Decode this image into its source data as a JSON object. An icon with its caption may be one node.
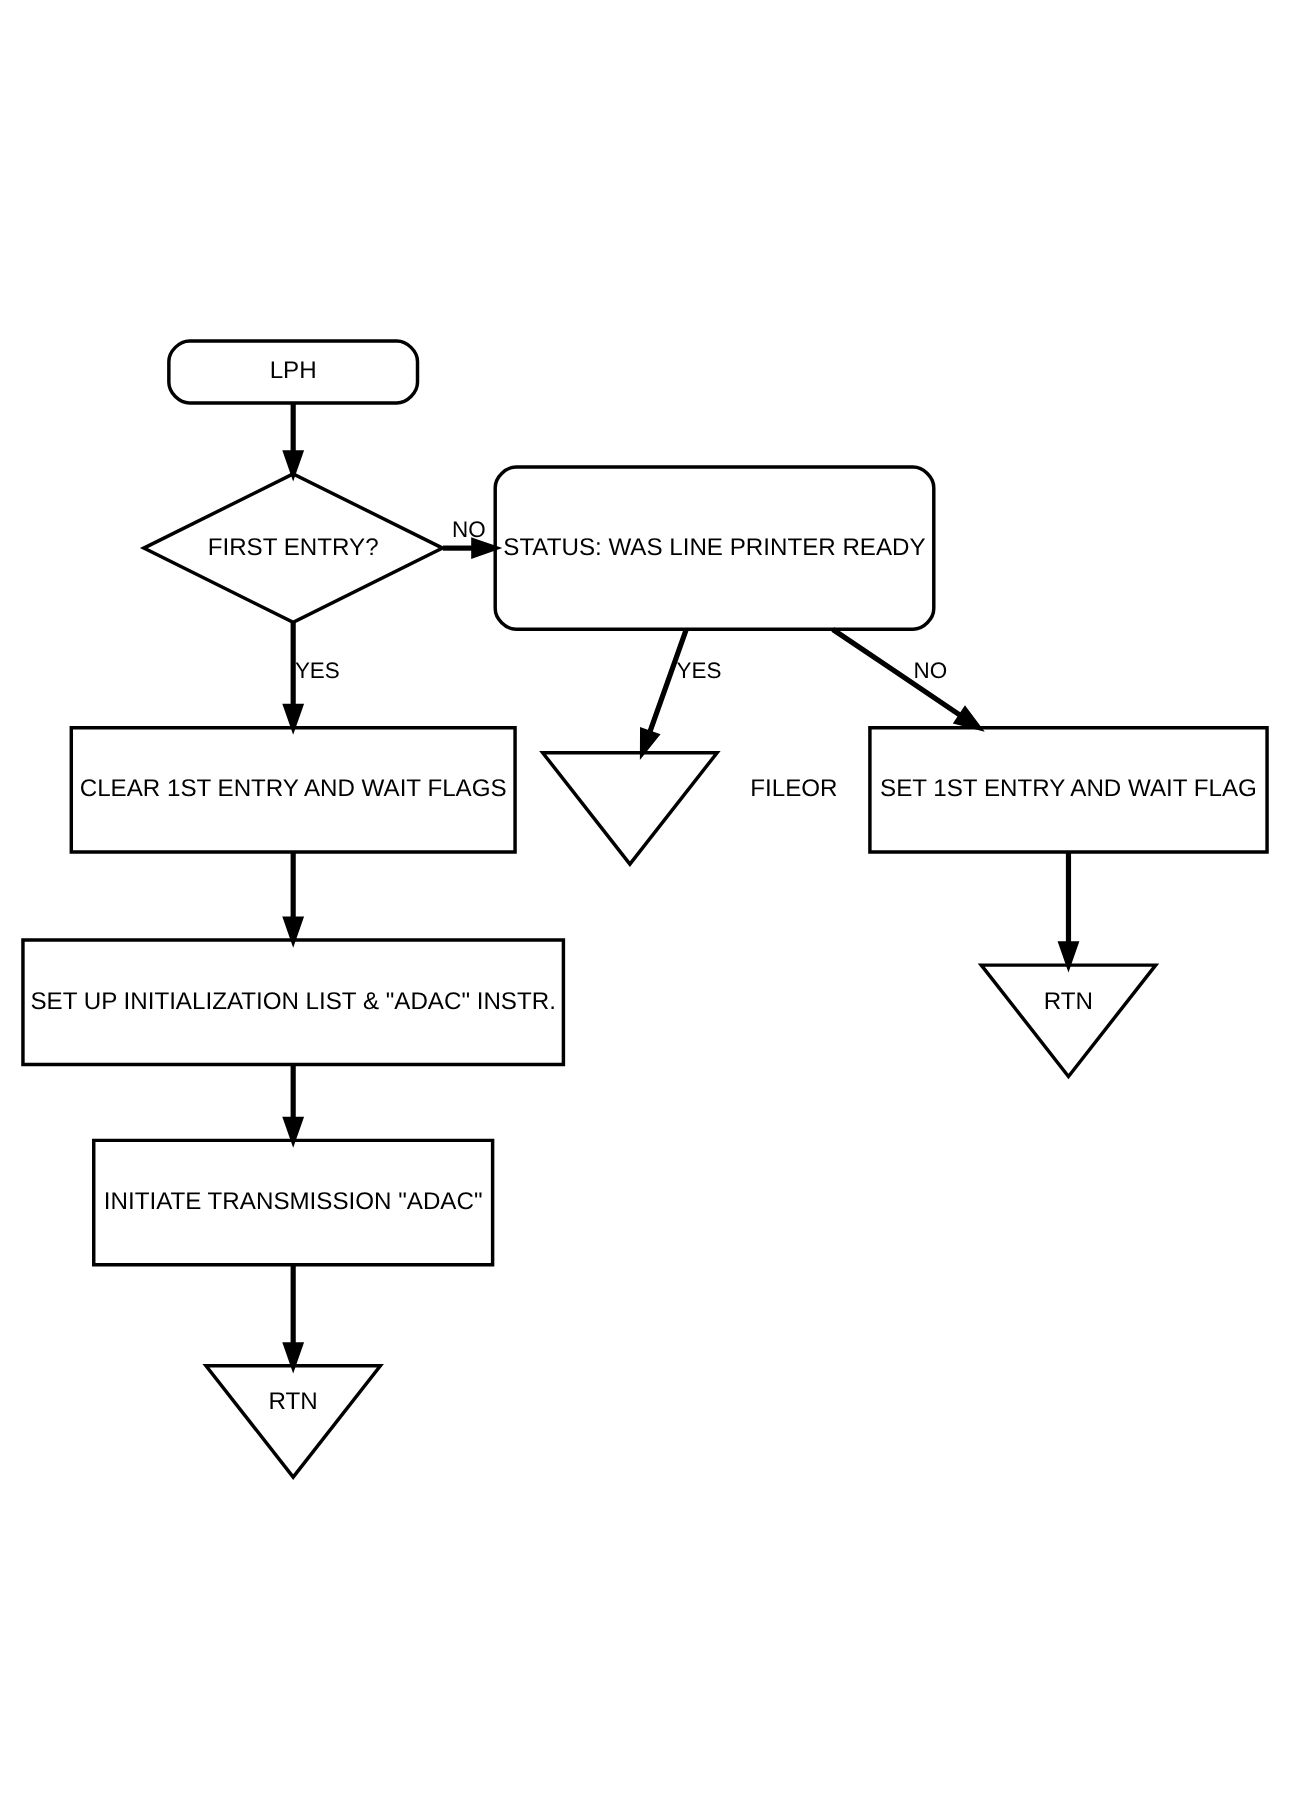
{
  "diagram": {
    "nodes": [
      {
        "text": [
          "LPH"
        ]
      },
      {
        "text": [
          "FIRST ENTRY?"
        ]
      },
      {
        "text": [
          "STATUS: WAS LINE PRINTER READY"
        ]
      },
      {
        "text": [
          "CLEAR 1ST ENTRY AND WAIT FLAGS"
        ]
      },
      {
        "text": [],
        "shape": "triangle",
        "beside": [
          "FILEOR"
        ]
      },
      {
        "text": [
          "SET UP INITIALIZATION LIST & \"ADAC\" INSTR."
        ]
      },
      {
        "text": [
          "SET 1ST ENTRY AND WAIT FLAG"
        ]
      },
      {
        "text": [
          "INITIATE TRANSMISSION \"ADAC\""
        ]
      },
      {
        "text": [
          "RTN"
        ]
      },
      {
        "text": [
          "RTN"
        ]
      }
    ],
    "edges": [
      {
        "from": 0,
        "to": 1,
        "arrow": "to"
      },
      {
        "from": 1,
        "to": 2,
        "label": "NO",
        "arrow": "to"
      },
      {
        "from": 1,
        "to": 3,
        "label": "YES",
        "arrow": "to"
      },
      {
        "from": 2,
        "to": 4,
        "label": "YES",
        "arrow": "to"
      },
      {
        "from": 2,
        "to": 6,
        "label": "NO",
        "arrow": "to"
      },
      {
        "from": 3,
        "to": 5,
        "arrow": "to"
      },
      {
        "from": 5,
        "to": 7,
        "arrow": "to"
      },
      {
        "from": 6,
        "to": 8,
        "arrow": "to"
      },
      {
        "from": 7,
        "to": 9,
        "arrow": "to"
      }
    ]
  }
}
